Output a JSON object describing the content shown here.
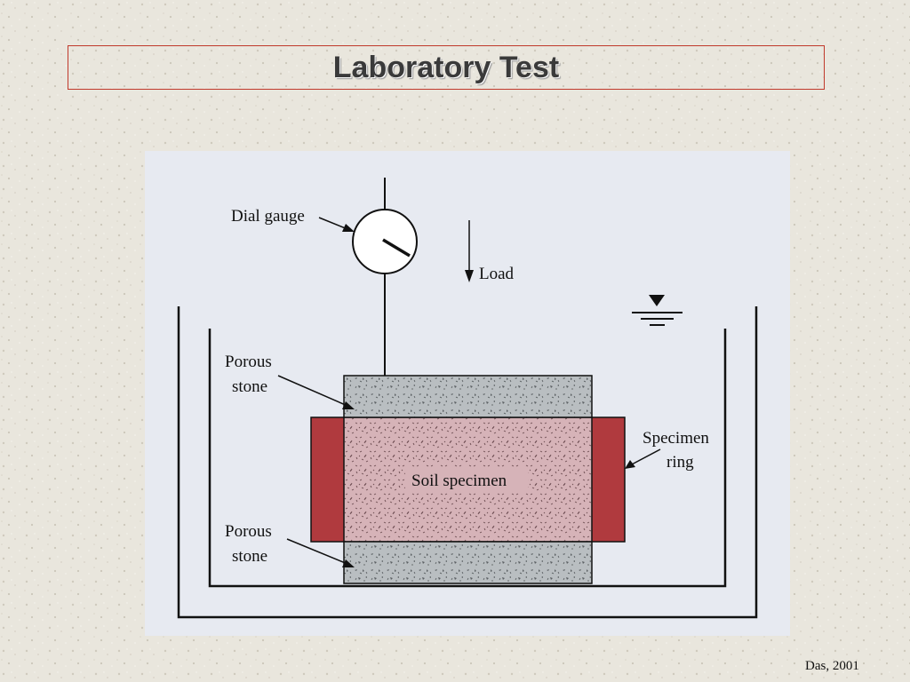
{
  "slide": {
    "title": "Laboratory Test",
    "credit": "Das, 2001"
  },
  "diagram": {
    "labels": {
      "dial_gauge": "Dial gauge",
      "load": "Load",
      "porous_stone_top_line1": "Porous",
      "porous_stone_top_line2": "stone",
      "specimen_ring_line1": "Specimen",
      "specimen_ring_line2": "ring",
      "soil_specimen": "Soil specimen",
      "porous_stone_bottom_line1": "Porous",
      "porous_stone_bottom_line2": "stone"
    },
    "colors": {
      "ring": "#b03a3e",
      "soil": "#d6b3b8",
      "stone": "#b9bec1",
      "line": "#111111"
    }
  }
}
